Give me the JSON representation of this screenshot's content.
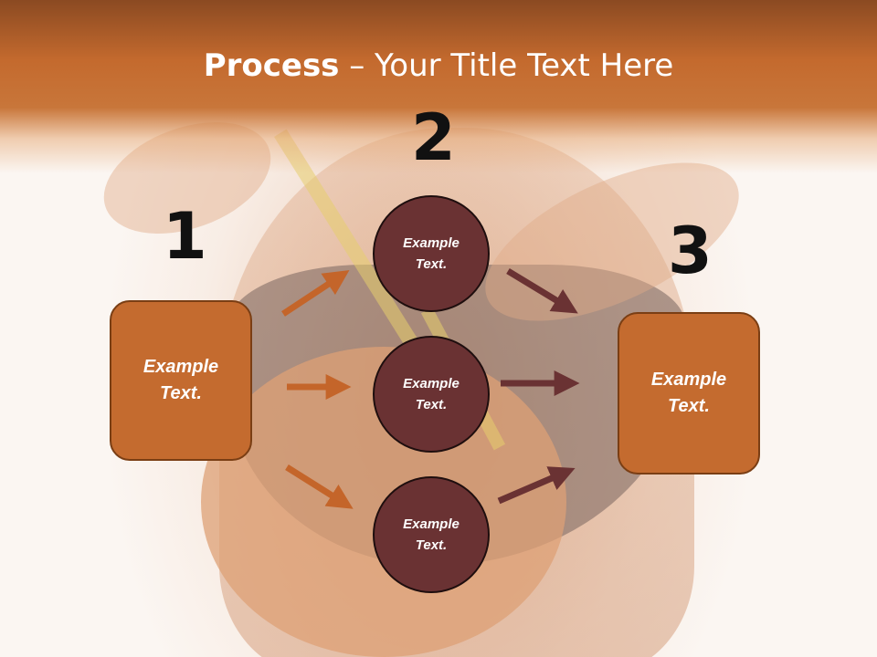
{
  "title": {
    "bold": "Process",
    "rest": " – Your Title Text Here"
  },
  "steps": {
    "one": "1",
    "two": "2",
    "three": "3"
  },
  "left_box": {
    "text": "Example\nText."
  },
  "right_box": {
    "text": "Example\nText."
  },
  "circles": [
    {
      "text": "Example\nText."
    },
    {
      "text": "Example\nText."
    },
    {
      "text": "Example\nText."
    }
  ],
  "colors": {
    "accent_orange": "#c46b2f",
    "circle_maroon": "#6a3233",
    "header_brown": "#8b4a22"
  }
}
